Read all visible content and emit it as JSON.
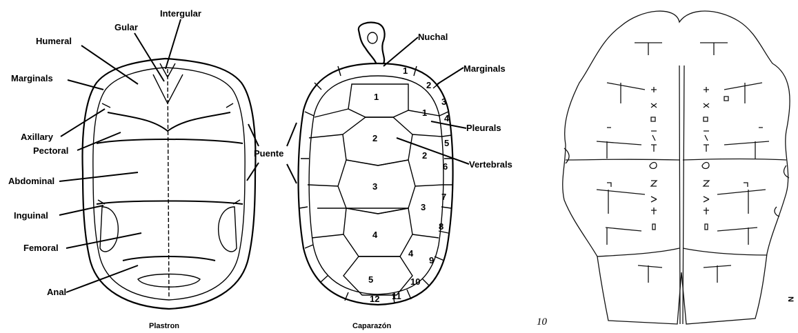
{
  "plastron": {
    "labels": [
      "Intergular",
      "Gular",
      "Humeral",
      "Marginals",
      "Axillary",
      "Pectoral",
      "Abdominal",
      "Inguinal",
      "Femoral",
      "Anal"
    ],
    "caption": "Plastron"
  },
  "puente": {
    "label": "Puente"
  },
  "carapace": {
    "labels": [
      "Nuchal",
      "Marginals",
      "Pleurals",
      "Vertebrals"
    ],
    "vertebral_numbers": [
      "1",
      "2",
      "3",
      "4",
      "5"
    ],
    "pleural_numbers": [
      "1",
      "2",
      "3",
      "4"
    ],
    "marginal_numbers": [
      "1",
      "2",
      "3",
      "4",
      "5",
      "6",
      "7",
      "8",
      "9",
      "10",
      "11",
      "12"
    ],
    "caption": "Caparazón"
  },
  "oracle_bone": {
    "page_mark": "10",
    "side_text": "N"
  }
}
